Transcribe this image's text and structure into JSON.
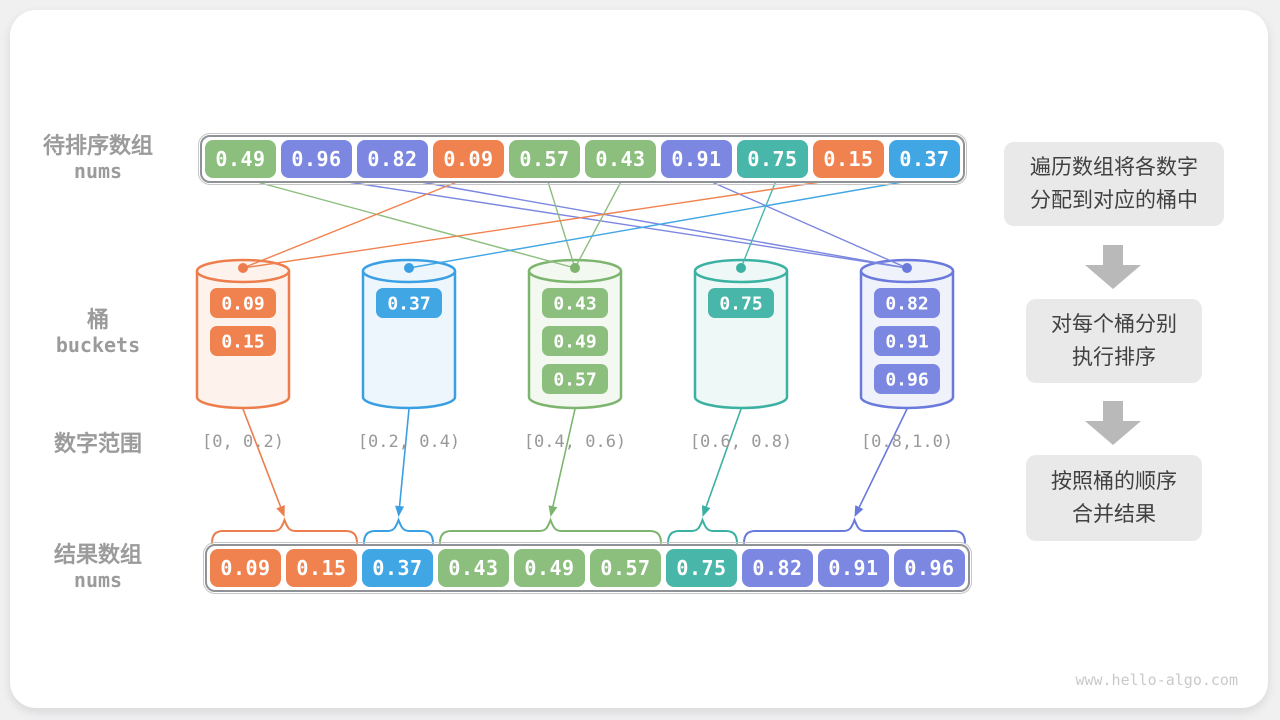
{
  "watermark": "www.hello-algo.com",
  "row_labels": {
    "input": {
      "title": "待排序数组",
      "subtitle": "nums"
    },
    "buckets": {
      "title": "桶",
      "subtitle": "buckets"
    },
    "range": {
      "title": "数字范围"
    },
    "result": {
      "title": "结果数组",
      "subtitle": "nums"
    }
  },
  "palette": {
    "green": {
      "chip": "#8CBE7E",
      "stroke": "#7DB56E",
      "tint": "#F3F8F0"
    },
    "indigo": {
      "chip": "#7B87E0",
      "stroke": "#6A79DC",
      "tint": "#F0F2FB"
    },
    "orange": {
      "chip": "#F0824F",
      "stroke": "#ED7D4C",
      "tint": "#FDF2EC"
    },
    "teal": {
      "chip": "#49B6AA",
      "stroke": "#3BB1A2",
      "tint": "#EEF8F6"
    },
    "sky": {
      "chip": "#41A6E4",
      "stroke": "#3AA0E3",
      "tint": "#EDF6FC"
    }
  },
  "input_array": [
    {
      "value": "0.49",
      "color": "green",
      "bucket": 2
    },
    {
      "value": "0.96",
      "color": "indigo",
      "bucket": 4
    },
    {
      "value": "0.82",
      "color": "indigo",
      "bucket": 4
    },
    {
      "value": "0.09",
      "color": "orange",
      "bucket": 0
    },
    {
      "value": "0.57",
      "color": "green",
      "bucket": 2
    },
    {
      "value": "0.43",
      "color": "green",
      "bucket": 2
    },
    {
      "value": "0.91",
      "color": "indigo",
      "bucket": 4
    },
    {
      "value": "0.75",
      "color": "teal",
      "bucket": 3
    },
    {
      "value": "0.15",
      "color": "orange",
      "bucket": 0
    },
    {
      "value": "0.37",
      "color": "sky",
      "bucket": 1
    }
  ],
  "buckets": [
    {
      "color": "orange",
      "values": [
        "0.09",
        "0.15"
      ],
      "range": "[0, 0.2)"
    },
    {
      "color": "sky",
      "values": [
        "0.37"
      ],
      "range": "[0.2, 0.4)"
    },
    {
      "color": "green",
      "values": [
        "0.43",
        "0.49",
        "0.57"
      ],
      "range": "[0.4, 0.6)"
    },
    {
      "color": "teal",
      "values": [
        "0.75"
      ],
      "range": "[0.6, 0.8)"
    },
    {
      "color": "indigo",
      "values": [
        "0.82",
        "0.91",
        "0.96"
      ],
      "range": "[0.8,1.0)"
    }
  ],
  "result_array": [
    {
      "value": "0.09",
      "color": "orange"
    },
    {
      "value": "0.15",
      "color": "orange"
    },
    {
      "value": "0.37",
      "color": "sky"
    },
    {
      "value": "0.43",
      "color": "green"
    },
    {
      "value": "0.49",
      "color": "green"
    },
    {
      "value": "0.57",
      "color": "green"
    },
    {
      "value": "0.75",
      "color": "teal"
    },
    {
      "value": "0.82",
      "color": "indigo"
    },
    {
      "value": "0.91",
      "color": "indigo"
    },
    {
      "value": "0.96",
      "color": "indigo"
    }
  ],
  "result_groups": [
    {
      "bucket": 0,
      "start": 0,
      "count": 2
    },
    {
      "bucket": 1,
      "start": 2,
      "count": 1
    },
    {
      "bucket": 2,
      "start": 3,
      "count": 3
    },
    {
      "bucket": 3,
      "start": 6,
      "count": 1
    },
    {
      "bucket": 4,
      "start": 7,
      "count": 3
    }
  ],
  "steps": [
    {
      "line1": "遍历数组将各数字",
      "line2": "分配到对应的桶中"
    },
    {
      "line1": "对每个桶分别",
      "line2": "执行排序"
    },
    {
      "line1": "按照桶的顺序",
      "line2": "合并结果"
    }
  ]
}
